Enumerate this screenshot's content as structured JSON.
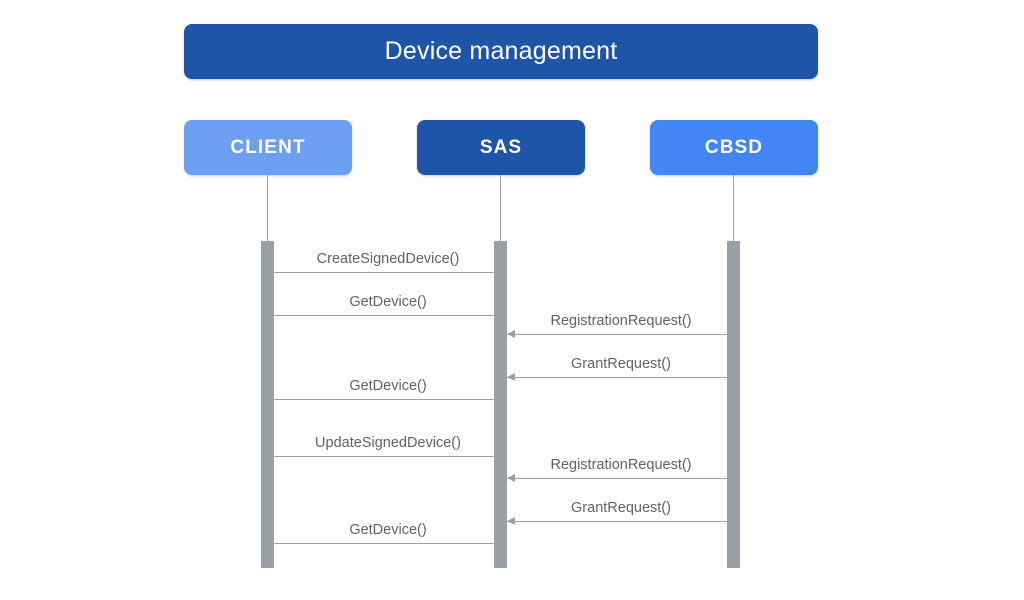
{
  "diagram": {
    "title": "Device management",
    "type": "sequence-diagram",
    "colors": {
      "title_bar": "#1f55a8",
      "client_box": "#6c9ef2",
      "sas_box": "#1f55a8",
      "cbsd_box": "#4285f4",
      "lifeline": "#9aa0a6",
      "activation_bar": "#9aa0a6",
      "message_line": "#9aa0a6",
      "message_label": "#5f6368",
      "background": "#ffffff"
    },
    "participants": [
      {
        "id": "client",
        "label": "CLIENT",
        "color": "#6c9ef2"
      },
      {
        "id": "sas",
        "label": "SAS",
        "color": "#1f55a8"
      },
      {
        "id": "cbsd",
        "label": "CBSD",
        "color": "#4285f4"
      }
    ],
    "messages": [
      {
        "label": "CreateSignedDevice()",
        "from": "client",
        "to": "sas",
        "direction": "right"
      },
      {
        "label": "GetDevice()",
        "from": "client",
        "to": "sas",
        "direction": "right"
      },
      {
        "label": "RegistrationRequest()",
        "from": "cbsd",
        "to": "sas",
        "direction": "left"
      },
      {
        "label": "GrantRequest()",
        "from": "cbsd",
        "to": "sas",
        "direction": "left"
      },
      {
        "label": "GetDevice()",
        "from": "client",
        "to": "sas",
        "direction": "right"
      },
      {
        "label": "UpdateSignedDevice()",
        "from": "client",
        "to": "sas",
        "direction": "right"
      },
      {
        "label": "RegistrationRequest()",
        "from": "cbsd",
        "to": "sas",
        "direction": "left"
      },
      {
        "label": "GrantRequest()",
        "from": "cbsd",
        "to": "sas",
        "direction": "left"
      },
      {
        "label": "GetDevice()",
        "from": "client",
        "to": "sas",
        "direction": "right"
      }
    ]
  }
}
